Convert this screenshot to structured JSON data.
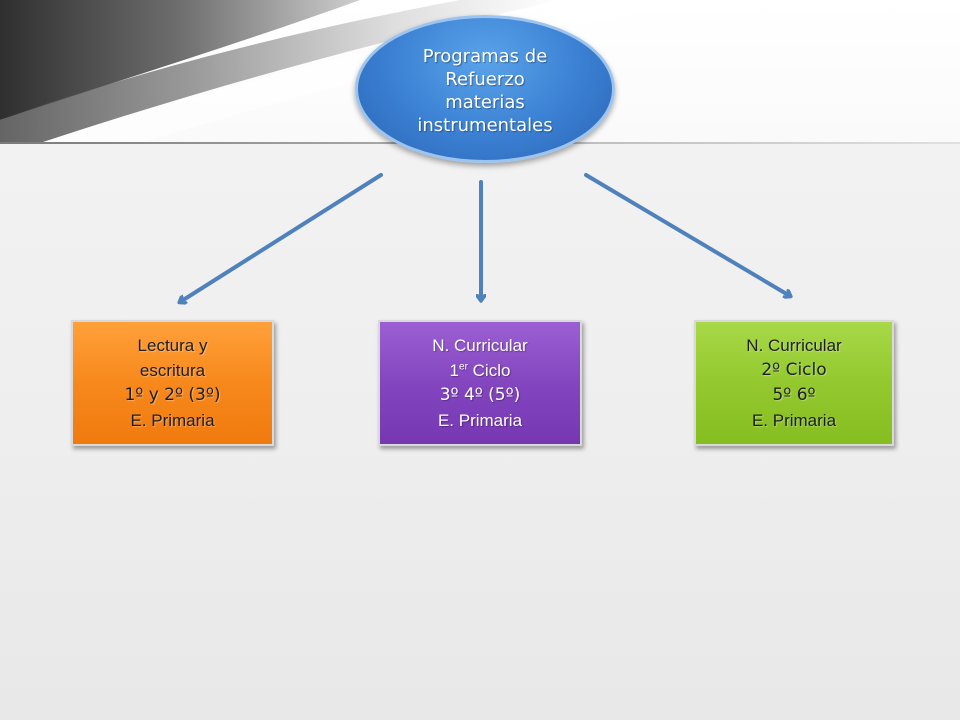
{
  "root": {
    "lines": [
      "Programas de",
      "Refuerzo",
      "materias",
      "instrumentales"
    ]
  },
  "nodes": {
    "left": {
      "lines": [
        "Lectura y",
        "escritura",
        "1º y 2º (3º)",
        "E. Primaria"
      ]
    },
    "middle": {
      "line1": "N. Curricular",
      "line2_prefix": "1",
      "line2_sup": "er",
      "line2_suffix": " Ciclo",
      "line3": "3º 4º (5º)",
      "line4": "E. Primaria"
    },
    "right": {
      "lines": [
        "N. Curricular",
        "2º Ciclo",
        "5º 6º",
        "E. Primaria"
      ]
    }
  },
  "colors": {
    "root_fill": "#3a7fd2",
    "left_fill": "#f7891c",
    "middle_fill": "#8346bf",
    "right_fill": "#93c92e",
    "arrow": "#4f81bd"
  }
}
